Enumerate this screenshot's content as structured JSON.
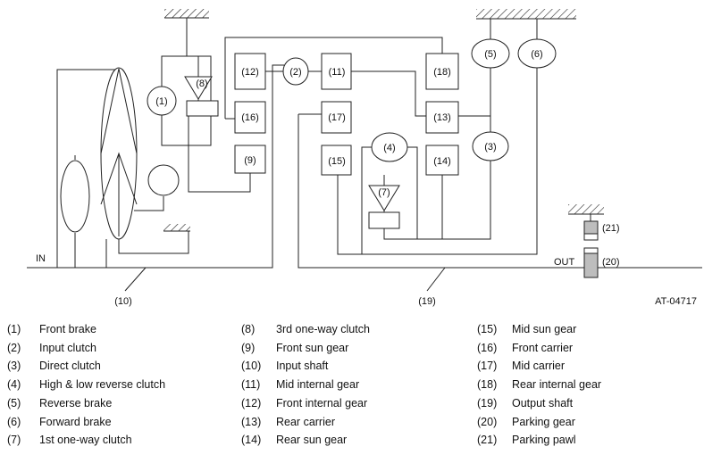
{
  "diagram": {
    "input_label": "IN",
    "output_label": "OUT",
    "figure_code": "AT-04717",
    "callouts": {
      "c1": "(1)",
      "c2": "(2)",
      "c3": "(3)",
      "c4": "(4)",
      "c5": "(5)",
      "c6": "(6)",
      "c7": "(7)",
      "c8": "(8)",
      "c9": "(9)",
      "c10": "(10)",
      "c11": "(11)",
      "c12": "(12)",
      "c13": "(13)",
      "c14": "(14)",
      "c15": "(15)",
      "c16": "(16)",
      "c17": "(17)",
      "c18": "(18)",
      "c19": "(19)",
      "c20": "(20)",
      "c21": "(21)"
    }
  },
  "legend": {
    "col1": [
      {
        "num": "(1)",
        "name": "Front brake"
      },
      {
        "num": "(2)",
        "name": "Input clutch"
      },
      {
        "num": "(3)",
        "name": "Direct clutch"
      },
      {
        "num": "(4)",
        "name": "High & low reverse clutch"
      },
      {
        "num": "(5)",
        "name": "Reverse brake"
      },
      {
        "num": "(6)",
        "name": "Forward brake"
      },
      {
        "num": "(7)",
        "name": "1st one-way clutch"
      }
    ],
    "col2": [
      {
        "num": "(8)",
        "name": "3rd one-way clutch"
      },
      {
        "num": "(9)",
        "name": "Front sun gear"
      },
      {
        "num": "(10)",
        "name": "Input shaft"
      },
      {
        "num": "(11)",
        "name": "Mid internal gear"
      },
      {
        "num": "(12)",
        "name": "Front internal gear"
      },
      {
        "num": "(13)",
        "name": "Rear carrier"
      },
      {
        "num": "(14)",
        "name": "Rear sun gear"
      }
    ],
    "col3": [
      {
        "num": "(15)",
        "name": "Mid sun gear"
      },
      {
        "num": "(16)",
        "name": "Front carrier"
      },
      {
        "num": "(17)",
        "name": "Mid carrier"
      },
      {
        "num": "(18)",
        "name": "Rear internal gear"
      },
      {
        "num": "(19)",
        "name": "Output shaft"
      },
      {
        "num": "(20)",
        "name": "Parking gear"
      },
      {
        "num": "(21)",
        "name": "Parking pawl"
      }
    ]
  }
}
